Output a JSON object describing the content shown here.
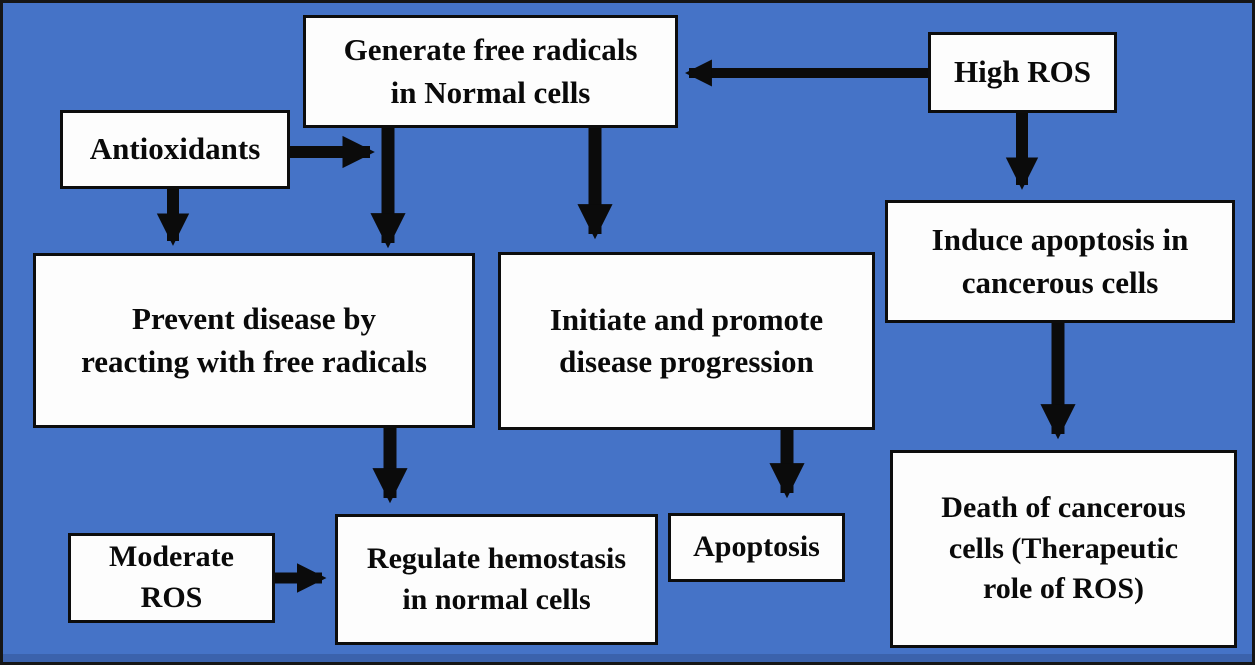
{
  "diagram": {
    "description": "Flowchart of reactive oxygen species (ROS) roles in normal and cancerous cells",
    "colors": {
      "background": "#4573C7",
      "box_fill": "#FDFDFD",
      "box_border": "#0D0D0D",
      "arrow": "#0B0B0B",
      "outer_frame": "#161616"
    },
    "nodes": {
      "generate": {
        "label": "Generate free radicals\nin Normal cells"
      },
      "high_ros": {
        "label": "High ROS"
      },
      "antioxidants": {
        "label": "Antioxidants"
      },
      "prevent": {
        "label": "Prevent disease by\nreacting with free radicals"
      },
      "initiate": {
        "label": "Initiate and promote\ndisease progression"
      },
      "induce": {
        "label": "Induce apoptosis in\ncancerous cells"
      },
      "moderate_ros": {
        "label": "Moderate ROS"
      },
      "regulate": {
        "label": "Regulate hemostasis\nin normal cells"
      },
      "apoptosis": {
        "label": "Apoptosis"
      },
      "death": {
        "label": "Death of cancerous\ncells (Therapeutic\nrole of ROS)"
      }
    },
    "edges": [
      {
        "from": "high_ros",
        "to": "generate"
      },
      {
        "from": "high_ros",
        "to": "induce"
      },
      {
        "from": "generate",
        "to": "prevent"
      },
      {
        "from": "generate",
        "to": "initiate"
      },
      {
        "from": "antioxidants",
        "to": "prevent"
      },
      {
        "from": "antioxidants",
        "to": "generate_prevent_path"
      },
      {
        "from": "prevent",
        "to": "regulate"
      },
      {
        "from": "initiate",
        "to": "apoptosis"
      },
      {
        "from": "induce",
        "to": "death"
      },
      {
        "from": "moderate_ros",
        "to": "regulate"
      }
    ]
  }
}
